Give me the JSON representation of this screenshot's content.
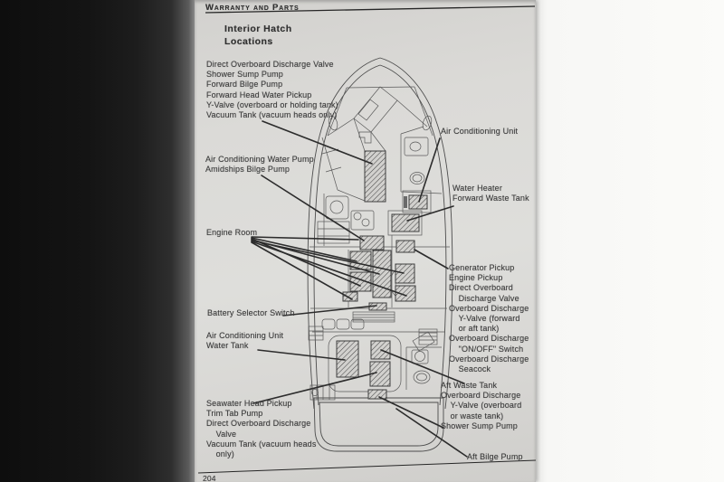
{
  "page": {
    "header": "Warranty and Parts",
    "title": [
      "Interior Hatch",
      "Locations"
    ],
    "page_number": "204"
  },
  "colors": {
    "paper": "#d9d8d5",
    "left_band": "#141414",
    "ink": "#3a3a3a",
    "leader_line": "#2c2c2c",
    "background": "#f8f8f6"
  },
  "callouts": {
    "forward_group": [
      "Direct Overboard Discharge Valve",
      "Shower Sump Pump",
      "Forward Bilge Pump",
      "Forward Head Water Pickup",
      "Y-Valve (overboard or holding tank)",
      "Vacuum Tank (vacuum heads only)"
    ],
    "ac_water_pump_group": [
      "Air Conditioning Water Pump",
      "Amidships Bilge Pump"
    ],
    "engine_room": [
      "Engine Room"
    ],
    "battery_selector": [
      "Battery Selector Switch"
    ],
    "ac_unit_water_tank": [
      "Air Conditioning Unit",
      "Water Tank"
    ],
    "seawater_group": [
      "Seawater Head Pickup",
      "Trim Tab Pump",
      "Direct Overboard Discharge",
      "    Valve",
      "Vacuum Tank (vacuum heads",
      "    only)"
    ],
    "ac_unit_right": [
      "Air Conditioning Unit"
    ],
    "water_heater_group": [
      "Water Heater",
      "Forward Waste Tank"
    ],
    "generator_group": [
      "Generator Pickup",
      "Engine Pickup",
      "Direct Overboard",
      "    Discharge Valve",
      "Overboard Discharge",
      "    Y-Valve (forward",
      "    or aft tank)",
      "Overboard Discharge",
      "    \"ON/OFF\" Switch",
      "Overboard Discharge",
      "    Seacock"
    ],
    "aft_waste_group": [
      "Aft Waste Tank",
      "Overboard Discharge",
      "    Y-Valve (overboard",
      "    or waste tank)",
      "Shower Sump Pump"
    ],
    "aft_bilge": [
      "Aft Bilge Pump"
    ]
  }
}
